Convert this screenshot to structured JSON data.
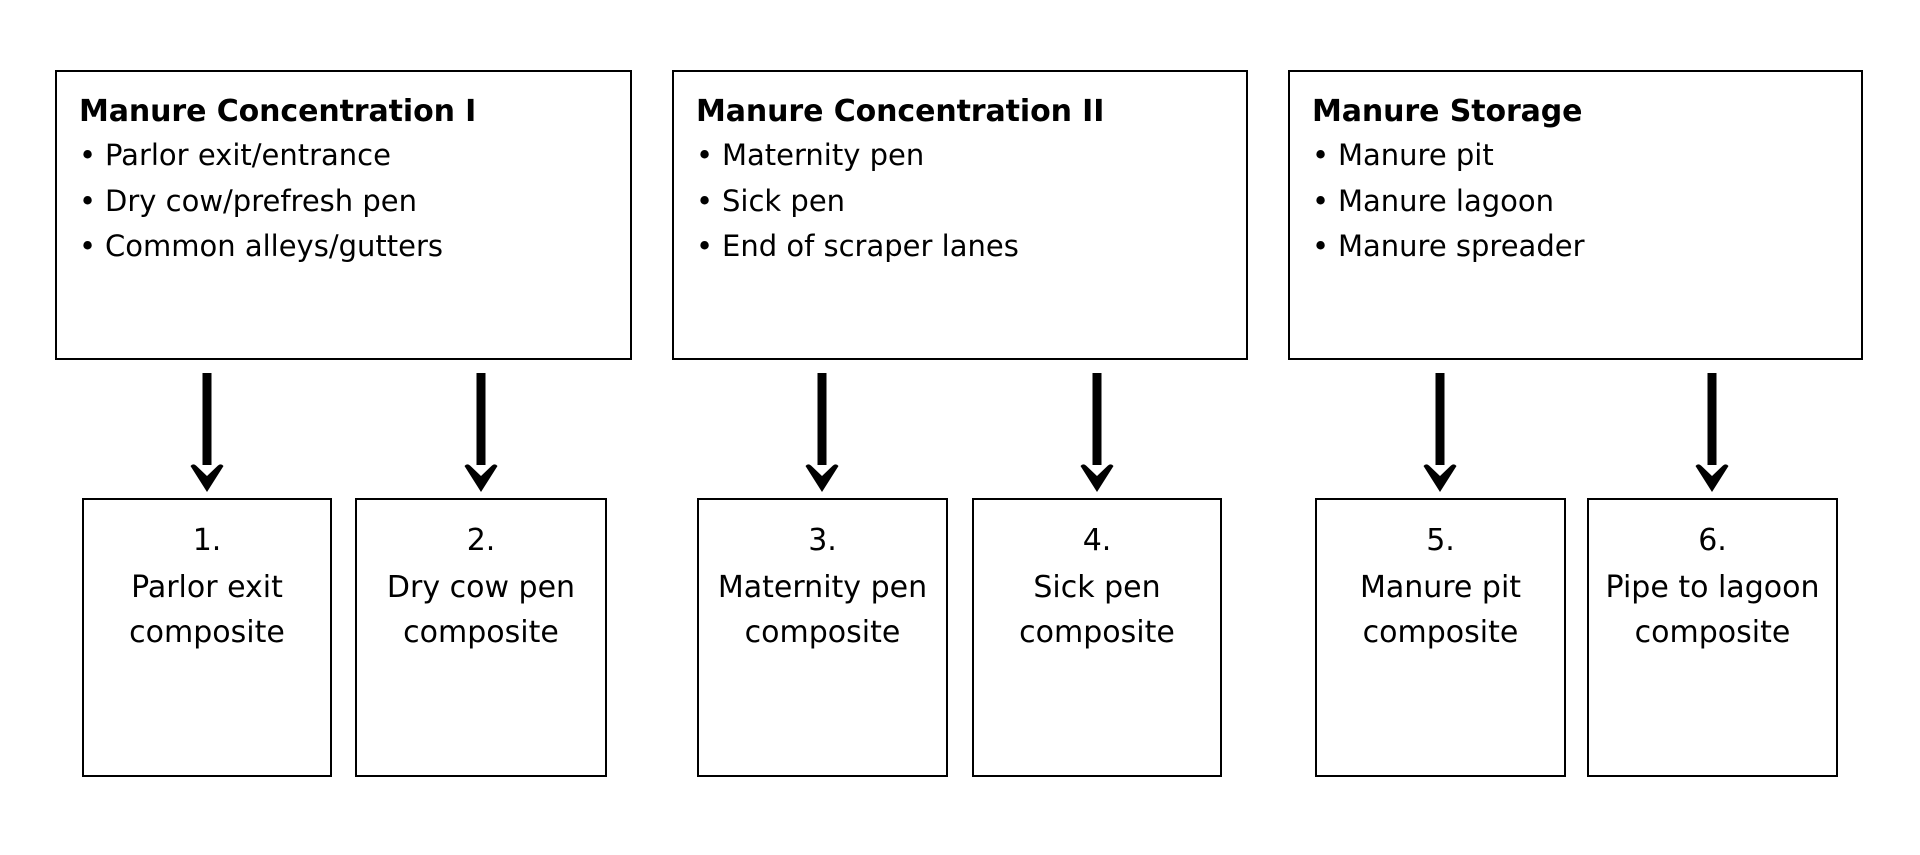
{
  "diagram": {
    "type": "flow-diagram",
    "background_color": "#ffffff",
    "line_color": "#000000",
    "text_color": "#000000",
    "categories": [
      {
        "id": "manure-concentration-i",
        "title": "Manure Concentration I",
        "bullet_glyph": "•",
        "items": [
          "Parlor exit/entrance",
          "Dry cow/prefresh pen",
          "Common alleys/gutters"
        ]
      },
      {
        "id": "manure-concentration-ii",
        "title": "Manure Concentration II",
        "bullet_glyph": "•",
        "items": [
          "Maternity pen",
          "Sick pen",
          "End of scraper lanes"
        ]
      },
      {
        "id": "manure-storage",
        "title": "Manure Storage",
        "bullet_glyph": "•",
        "items": [
          "Manure pit",
          "Manure lagoon",
          "Manure spreader"
        ]
      }
    ],
    "composites": [
      {
        "id": "composite-1",
        "number": "1.",
        "label": "Parlor exit composite"
      },
      {
        "id": "composite-2",
        "number": "2.",
        "label": "Dry cow pen composite"
      },
      {
        "id": "composite-3",
        "number": "3.",
        "label": "Maternity pen composite"
      },
      {
        "id": "composite-4",
        "number": "4.",
        "label": "Sick pen composite"
      },
      {
        "id": "composite-5",
        "number": "5.",
        "label": "Manure pit composite"
      },
      {
        "id": "composite-6",
        "number": "6.",
        "label": "Pipe to lagoon composite"
      }
    ]
  }
}
